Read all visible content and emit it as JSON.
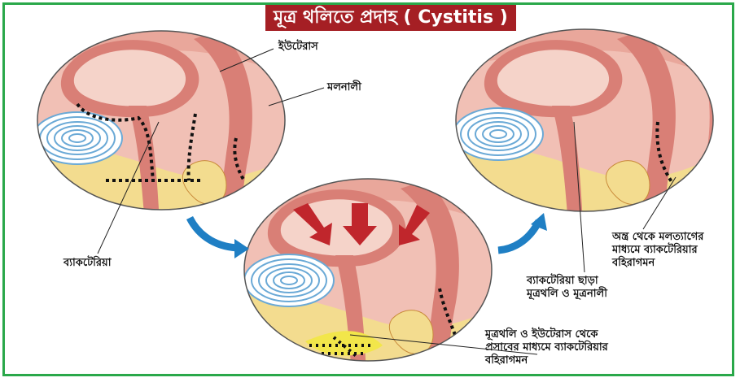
{
  "title": "মূত্র থলিতে প্রদাহ ( Cystitis )",
  "labels": {
    "uterus": "ইউটেরাস",
    "rectum": "মলনালী",
    "bacteria": "ব্যাকটেরিয়া",
    "bacteria_free_line1": "ব্যাকটেরিয়া ছাড়া",
    "bacteria_free_line2": "মূত্রথলি ও মূত্রনালী",
    "exit_bowel_line1": "অন্ত্র থেকে মলত্যাগের",
    "exit_bowel_line2": "মাধ্যমে ব্যাকটেরিয়ার",
    "exit_bowel_line3": "বহিরাগমন",
    "exit_urine_line1": "মূত্রথলি ও ইউটেরাস থেকে",
    "exit_urine_line2": "প্রসাবের মাধ্যমে ব্যাকটেরিয়ার",
    "exit_urine_line3": "বহিরাগমন"
  },
  "colors": {
    "border": "#2aa84a",
    "title_bg": "#a51f24",
    "tissue": "#e9a79b",
    "muscle": "#d97f76",
    "fat": "#f3dc8f",
    "bladder": "#9fd3ea",
    "arrow_blue": "#1f7fc4",
    "arrow_red": "#c0262c"
  }
}
